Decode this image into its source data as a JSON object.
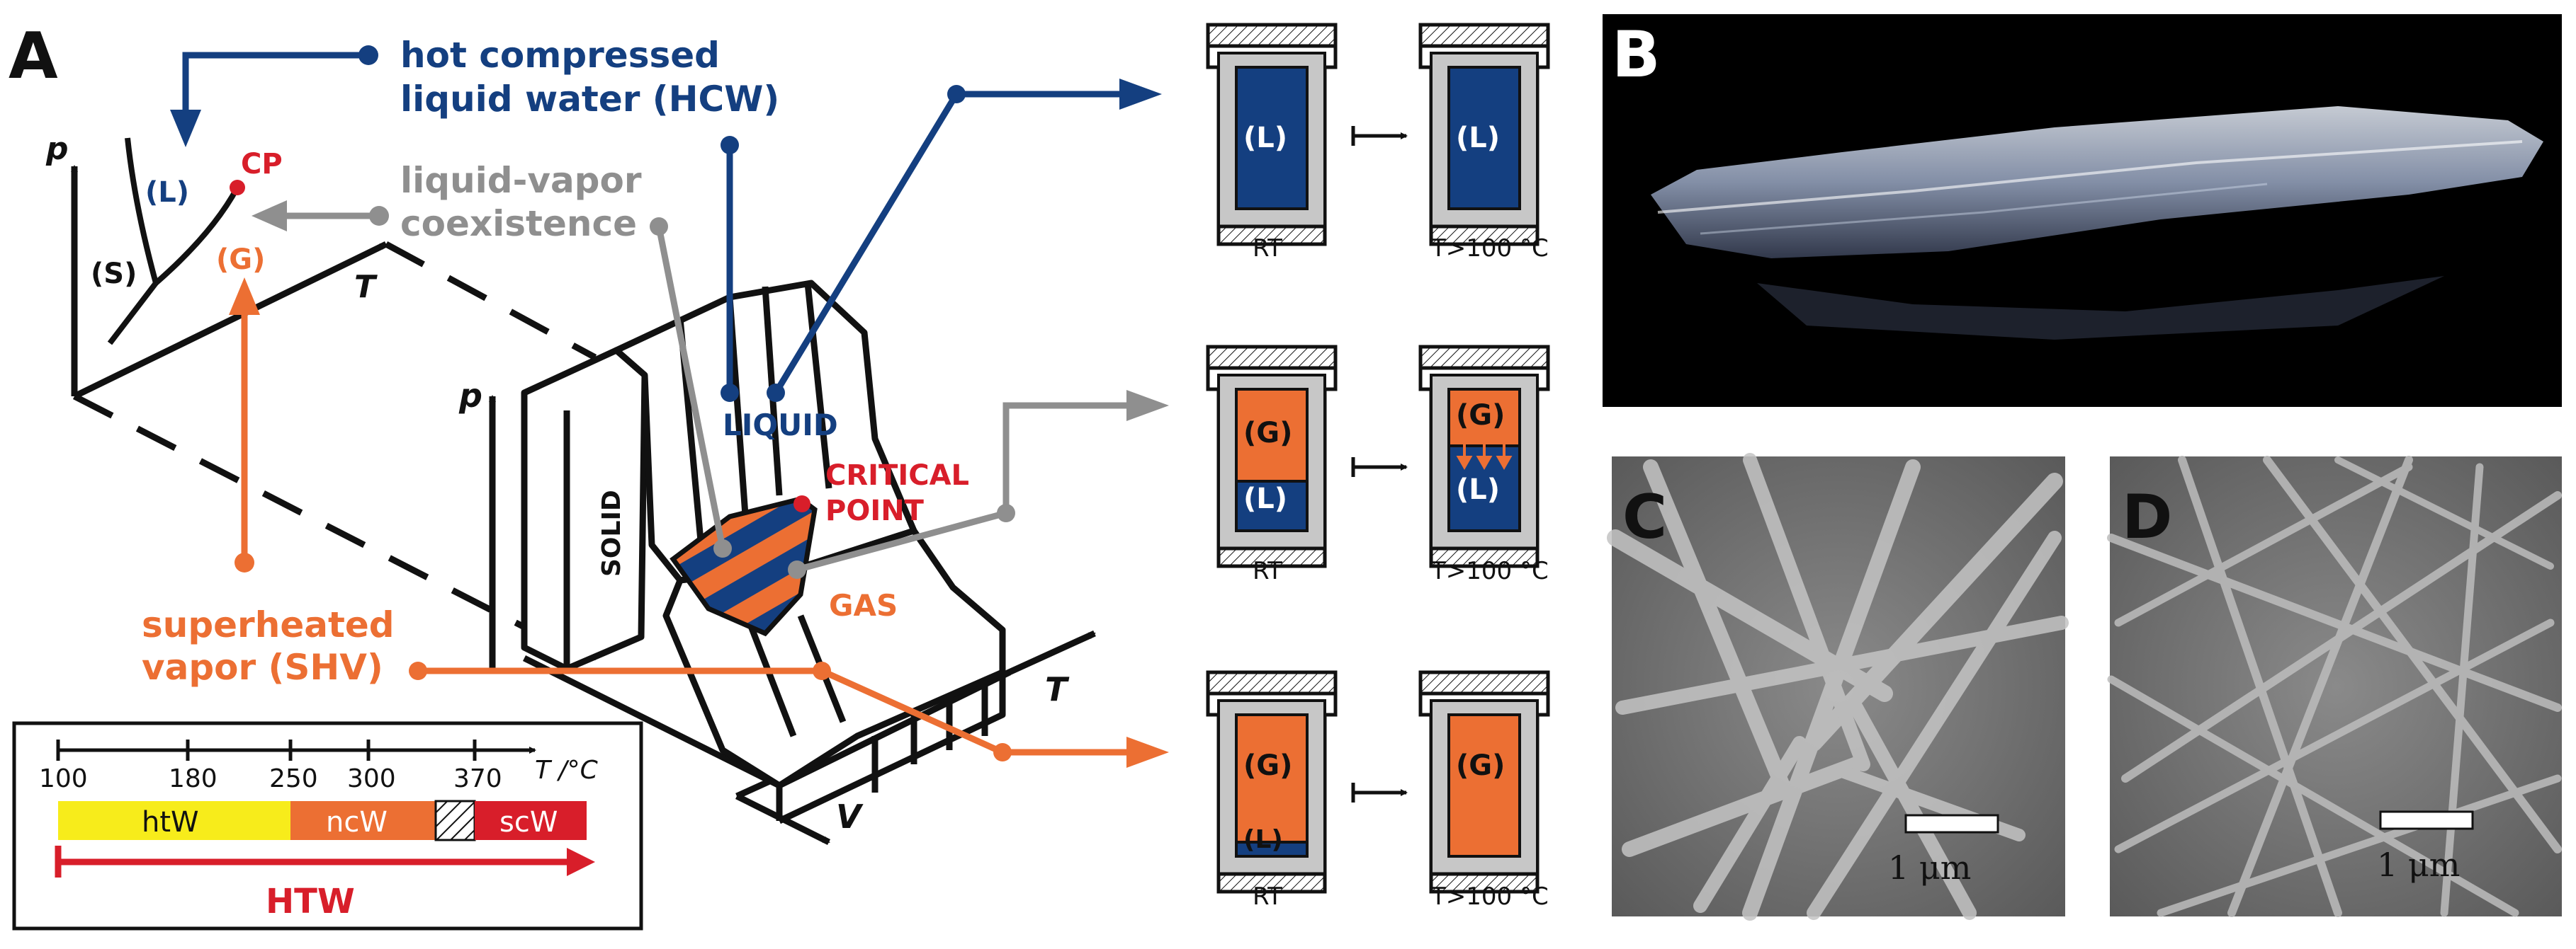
{
  "colors": {
    "blue": "#143f80",
    "orange": "#ec6f33",
    "gray": "#8f8f8f",
    "red": "#d81e2a",
    "yellow": "#f7ec1b",
    "black": "#111111"
  },
  "panel_letters": {
    "a": "A",
    "b": "B",
    "c": "C",
    "d": "D"
  },
  "phase_diagram": {
    "axis_p": "p",
    "axis_t": "T",
    "region_l": "(L)",
    "region_g": "(G)",
    "region_s": "(S)",
    "cp": "CP"
  },
  "callouts": {
    "hcw_line1": "hot compressed",
    "hcw_line2": "liquid water (HCW)",
    "lv_line1": "liquid-vapor",
    "lv_line2": "coexistence",
    "shv_line1": "superheated",
    "shv_line2": "vapor (SHV)"
  },
  "surface": {
    "axis_p": "p",
    "axis_t": "T",
    "axis_v": "V",
    "solid": "SOLID",
    "liquid": "LIQUID",
    "critical_line1": "CRITICAL",
    "critical_line2": "POINT",
    "gas": "GAS"
  },
  "scale_bar": {
    "unit_label": "T /°C",
    "ticks": [
      "100",
      "180",
      "250",
      "300",
      "370"
    ],
    "segments": [
      "htW",
      "ncW",
      "scW"
    ],
    "arrow_label": "HTW"
  },
  "vessels": {
    "label_rt": "RT",
    "label_hot": "T>100 °C",
    "liquid": "(L)",
    "gas": "(G)"
  },
  "micrographs": {
    "c_scale": "1 μm",
    "d_scale": "1 μm"
  }
}
